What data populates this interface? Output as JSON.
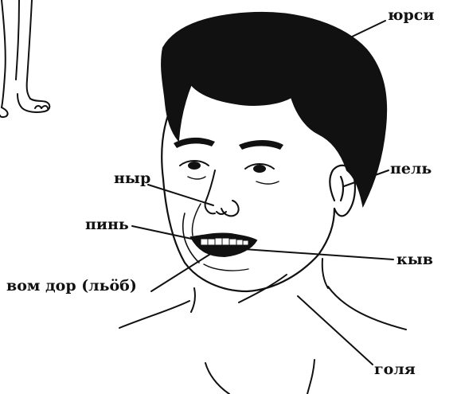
{
  "labels": {
    "hair": "юрси",
    "ear": "пель",
    "nose": "ныр",
    "lip": "пинь",
    "teeth": "кыв",
    "chin": "вом дор (льöб)",
    "neck": "голя"
  },
  "colors": {
    "ink": "#111111",
    "background": "#ffffff"
  }
}
